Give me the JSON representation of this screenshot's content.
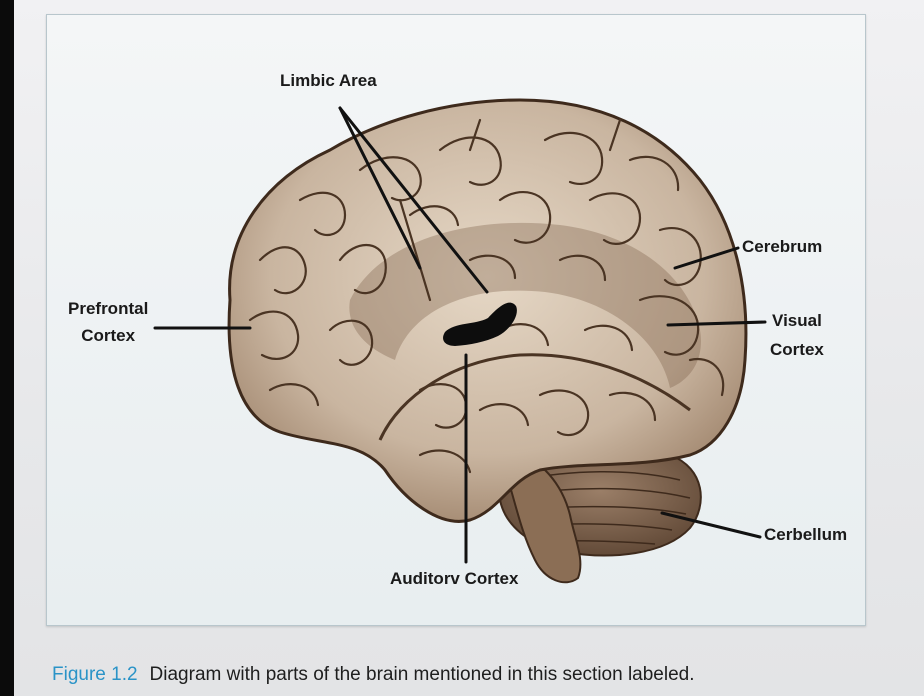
{
  "labels": {
    "limbic": "Limbic Area",
    "prefrontal_line1": "Prefrontal",
    "prefrontal_line2": "Cortex",
    "cerebrum": "Cerebrum",
    "visual_line1": "Visual",
    "visual_line2": "Cortex",
    "cerebellum": "Cerbellum",
    "auditory": "Auditorv Cortex"
  },
  "caption": {
    "figure_number": "Figure 1.2",
    "text": "Diagram with parts of the brain mentioned in this section labeled."
  },
  "colors": {
    "brain": "#c9b5a0",
    "brain_shadow": "#8b6e55",
    "sulci": "#4a3423",
    "cerebellum": "#7a5d47",
    "caption_accent": "#2a93c7"
  }
}
